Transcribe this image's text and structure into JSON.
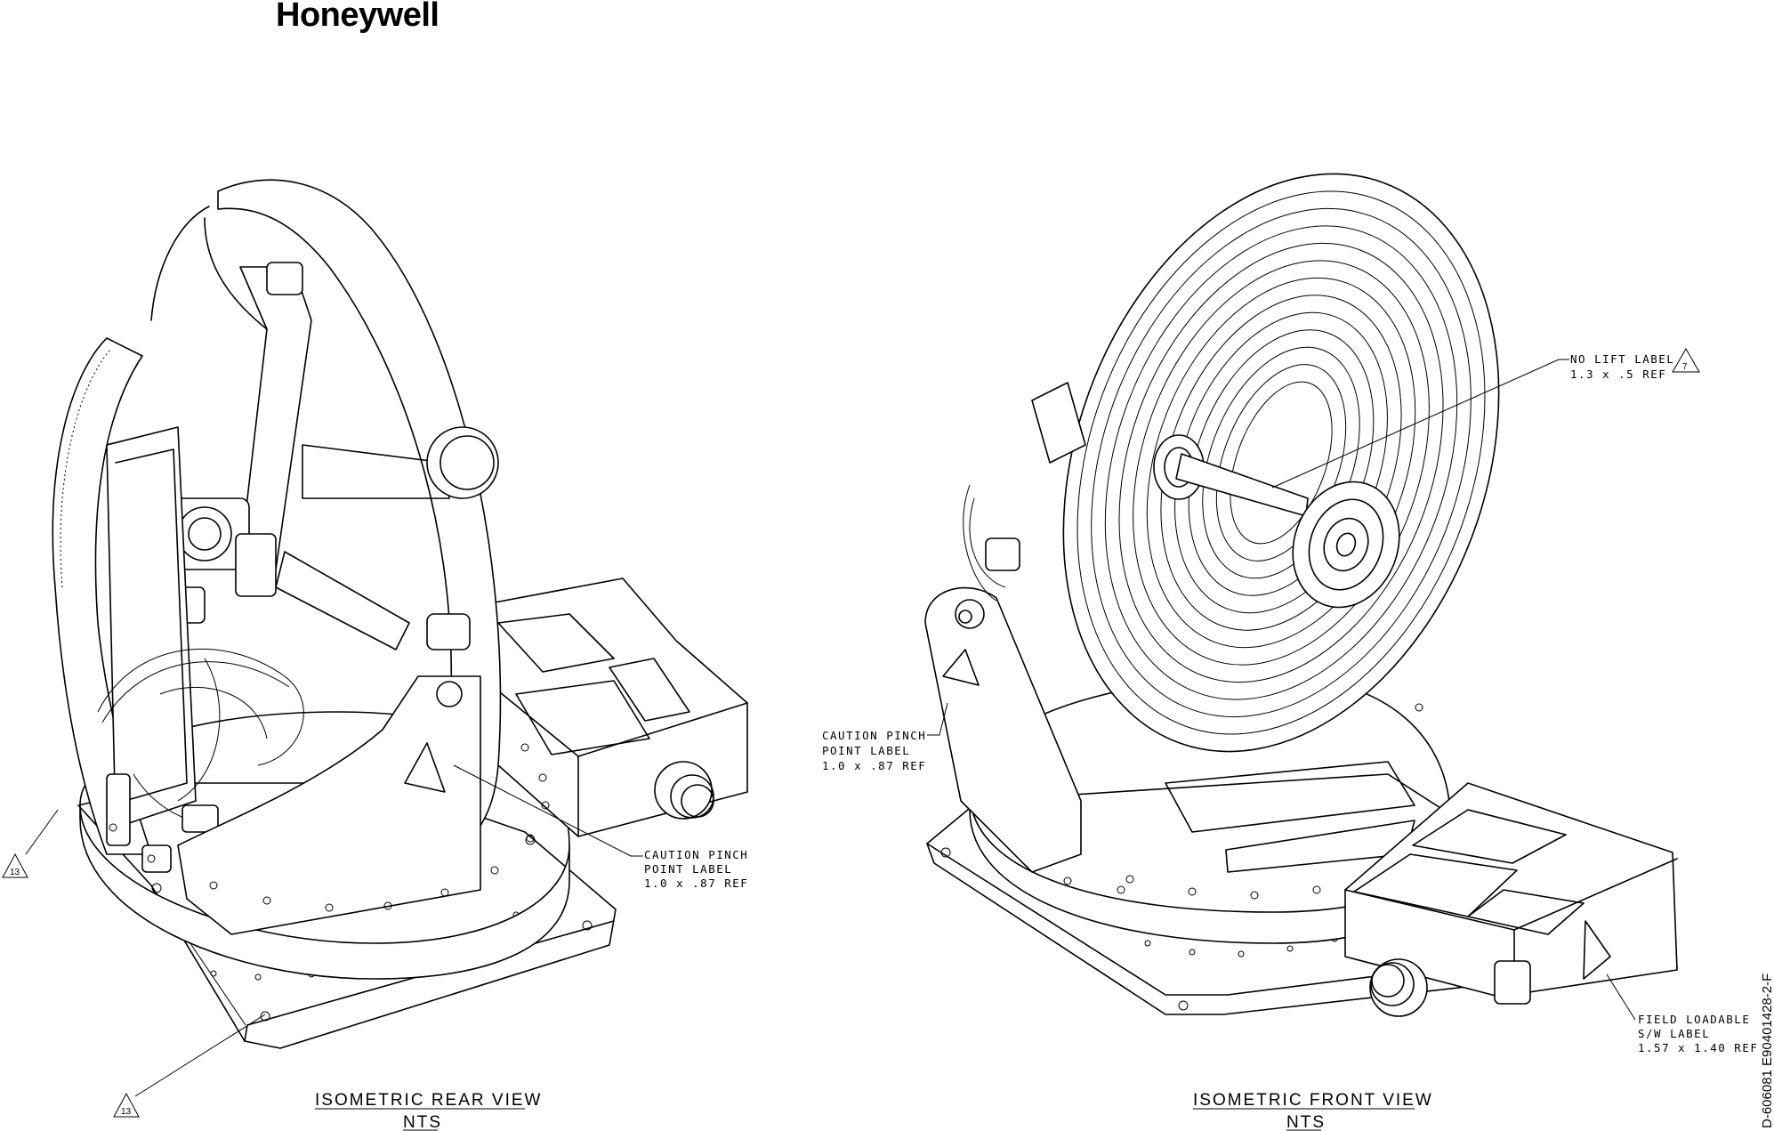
{
  "brand": {
    "logo_text": "Honeywell"
  },
  "document": {
    "number": "D-606081  E90401428-2-F"
  },
  "views": {
    "rear": {
      "title": "ISOMETRIC REAR VIEW",
      "scale": "NTS",
      "callouts": {
        "caution_pinch": {
          "line1": "CAUTION PINCH",
          "line2": "POINT LABEL",
          "line3": "1.0 x .87 REF"
        },
        "note_flag_top": "13",
        "note_flag_bottom": "13"
      }
    },
    "front": {
      "title": "ISOMETRIC FRONT VIEW",
      "scale": "NTS",
      "callouts": {
        "no_lift": {
          "line1": "NO LIFT LABEL",
          "line2": "1.3 x .5 REF",
          "flag": "7"
        },
        "caution_pinch": {
          "line1": "CAUTION PINCH",
          "line2": "POINT LABEL",
          "line3": "1.0 x .87 REF"
        },
        "field_loadable": {
          "line1": "FIELD LOADABLE",
          "line2": "S/W LABEL",
          "line3": "1.57 x 1.40 REF"
        }
      }
    }
  }
}
